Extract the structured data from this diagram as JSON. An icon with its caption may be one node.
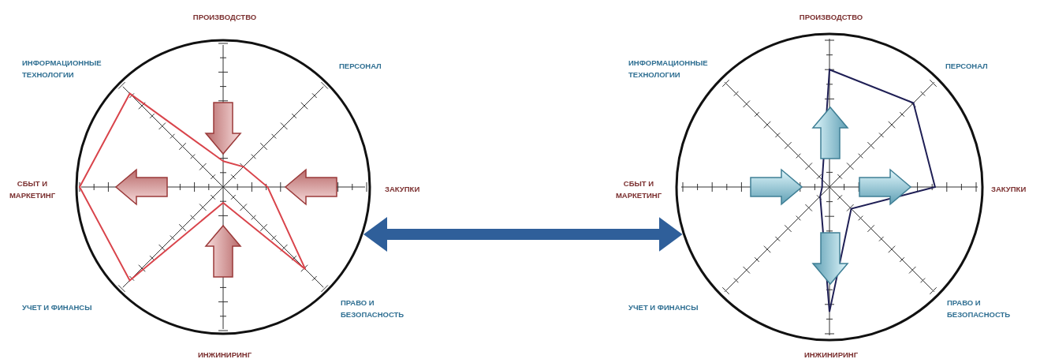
{
  "diagram": {
    "nodes": [
      {
        "text": [],
        "shape": "circle"
      },
      {
        "text": [],
        "shape": "circle"
      }
    ],
    "edges": [
      {
        "from": 0,
        "to": 1,
        "arrow": "both"
      }
    ],
    "labels": [
      "ПРОИЗВОДСТВО",
      "ИНФОРМАЦИОННЫЕ ТЕХНОЛОГИИ",
      "ПЕРСОНАЛ",
      "СБЫТ И МАРКЕТИНГ",
      "ЗАКУПКИ",
      "УЧЕТ И ФИНАНСЫ",
      "ПРАВО И БЕЗОПАСНОСТЬ",
      "ИНЖИНИРИНГ",
      "ПРОИЗВОДСТВО",
      "ИНФОРМАЦИОННЫЕ ТЕХНОЛОГИИ",
      "ПЕРСОНАЛ",
      "СБЫТ И МАРКЕТИНГ",
      "ЗАКУПКИ",
      "УЧЕТ И ФИНАНСЫ",
      "ПРАВО И БЕЗОПАСНОСТЬ",
      "ИНЖИНИРИНГ"
    ]
  }
}
